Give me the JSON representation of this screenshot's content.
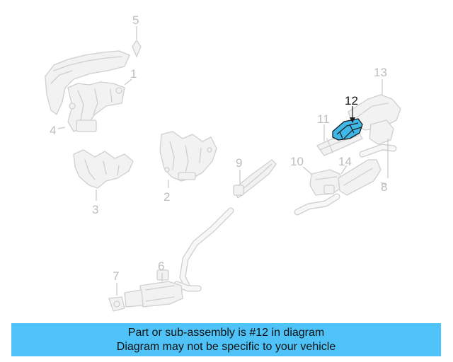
{
  "diagram": {
    "callouts": [
      "1",
      "2",
      "3",
      "4",
      "5",
      "6",
      "7",
      "8",
      "9",
      "10",
      "11",
      "12",
      "13",
      "14"
    ],
    "highlighted_callout": "12",
    "highlight_color": "#3fb8e8",
    "part_color": "#cfcfcf"
  },
  "banner": {
    "line1": "Part or sub-assembly is #12 in diagram",
    "line2": "Diagram may not be specific to your vehicle",
    "background": "#4fc3f7"
  }
}
